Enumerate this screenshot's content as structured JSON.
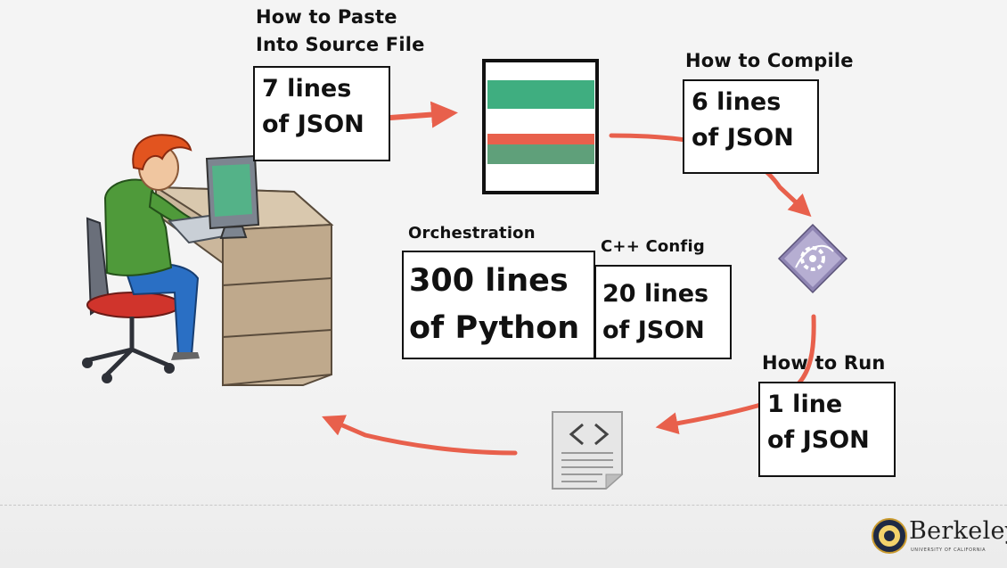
{
  "steps": {
    "paste": {
      "title_line1": "How to Paste",
      "title_line2": "Into Source File",
      "box_line1": "7 lines",
      "box_line2": "of JSON"
    },
    "compile": {
      "title": "How to Compile",
      "box_line1": "6 lines",
      "box_line2": "of JSON"
    },
    "run": {
      "title": "How to Run",
      "box_line1": "1 line",
      "box_line2": "of JSON"
    }
  },
  "orchestration": {
    "title": "Orchestration",
    "box_line1": "300 lines",
    "box_line2": "of Python"
  },
  "cpp_config": {
    "title": "C++ Config",
    "box_line1": "20 lines",
    "box_line2": "of JSON"
  },
  "logo": {
    "name": "Berkeley",
    "subtitle": "UNIVERSITY OF CALIFORNIA"
  },
  "icons": [
    "developer-at-desk-illustration",
    "source-file-icon",
    "compiler-icon",
    "code-document-icon",
    "berkeley-seal-icon"
  ],
  "colors": {
    "arrow": "#e8604c",
    "code_green": "#3fae80",
    "code_green_muted": "#5fa07a",
    "code_red": "#e8604c",
    "compiler_purple": "#8e84b2"
  }
}
